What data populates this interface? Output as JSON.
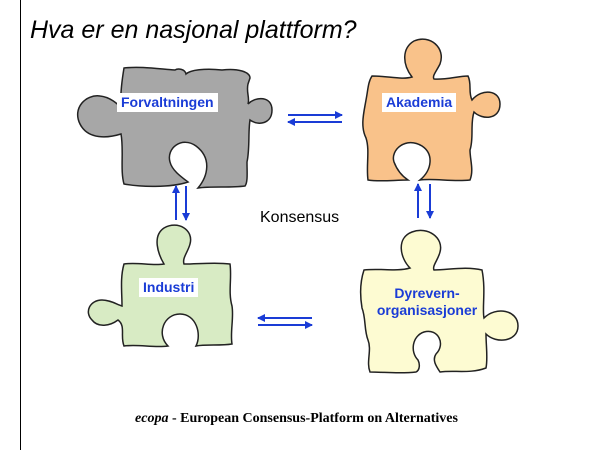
{
  "title": "Hva er en nasjonal plattform?",
  "center_label": "Konsensus",
  "pieces": [
    {
      "name": "Forvaltningen",
      "fill": "#a7a7a7"
    },
    {
      "name": "Akademia",
      "fill": "#f9c28a"
    },
    {
      "name": "Industri",
      "fill": "#d8ebc4"
    },
    {
      "name_line1": "Dyrevern-",
      "name_line2": "organisasjoner",
      "fill": "#fdfbd2"
    }
  ],
  "footer": {
    "brand": "ecopa",
    "rest": " - European Consensus-Platform on Alternatives"
  },
  "colors": {
    "arrow": "#1a3cd6",
    "label_text": "#1a3cd6",
    "outline": "#222222"
  }
}
